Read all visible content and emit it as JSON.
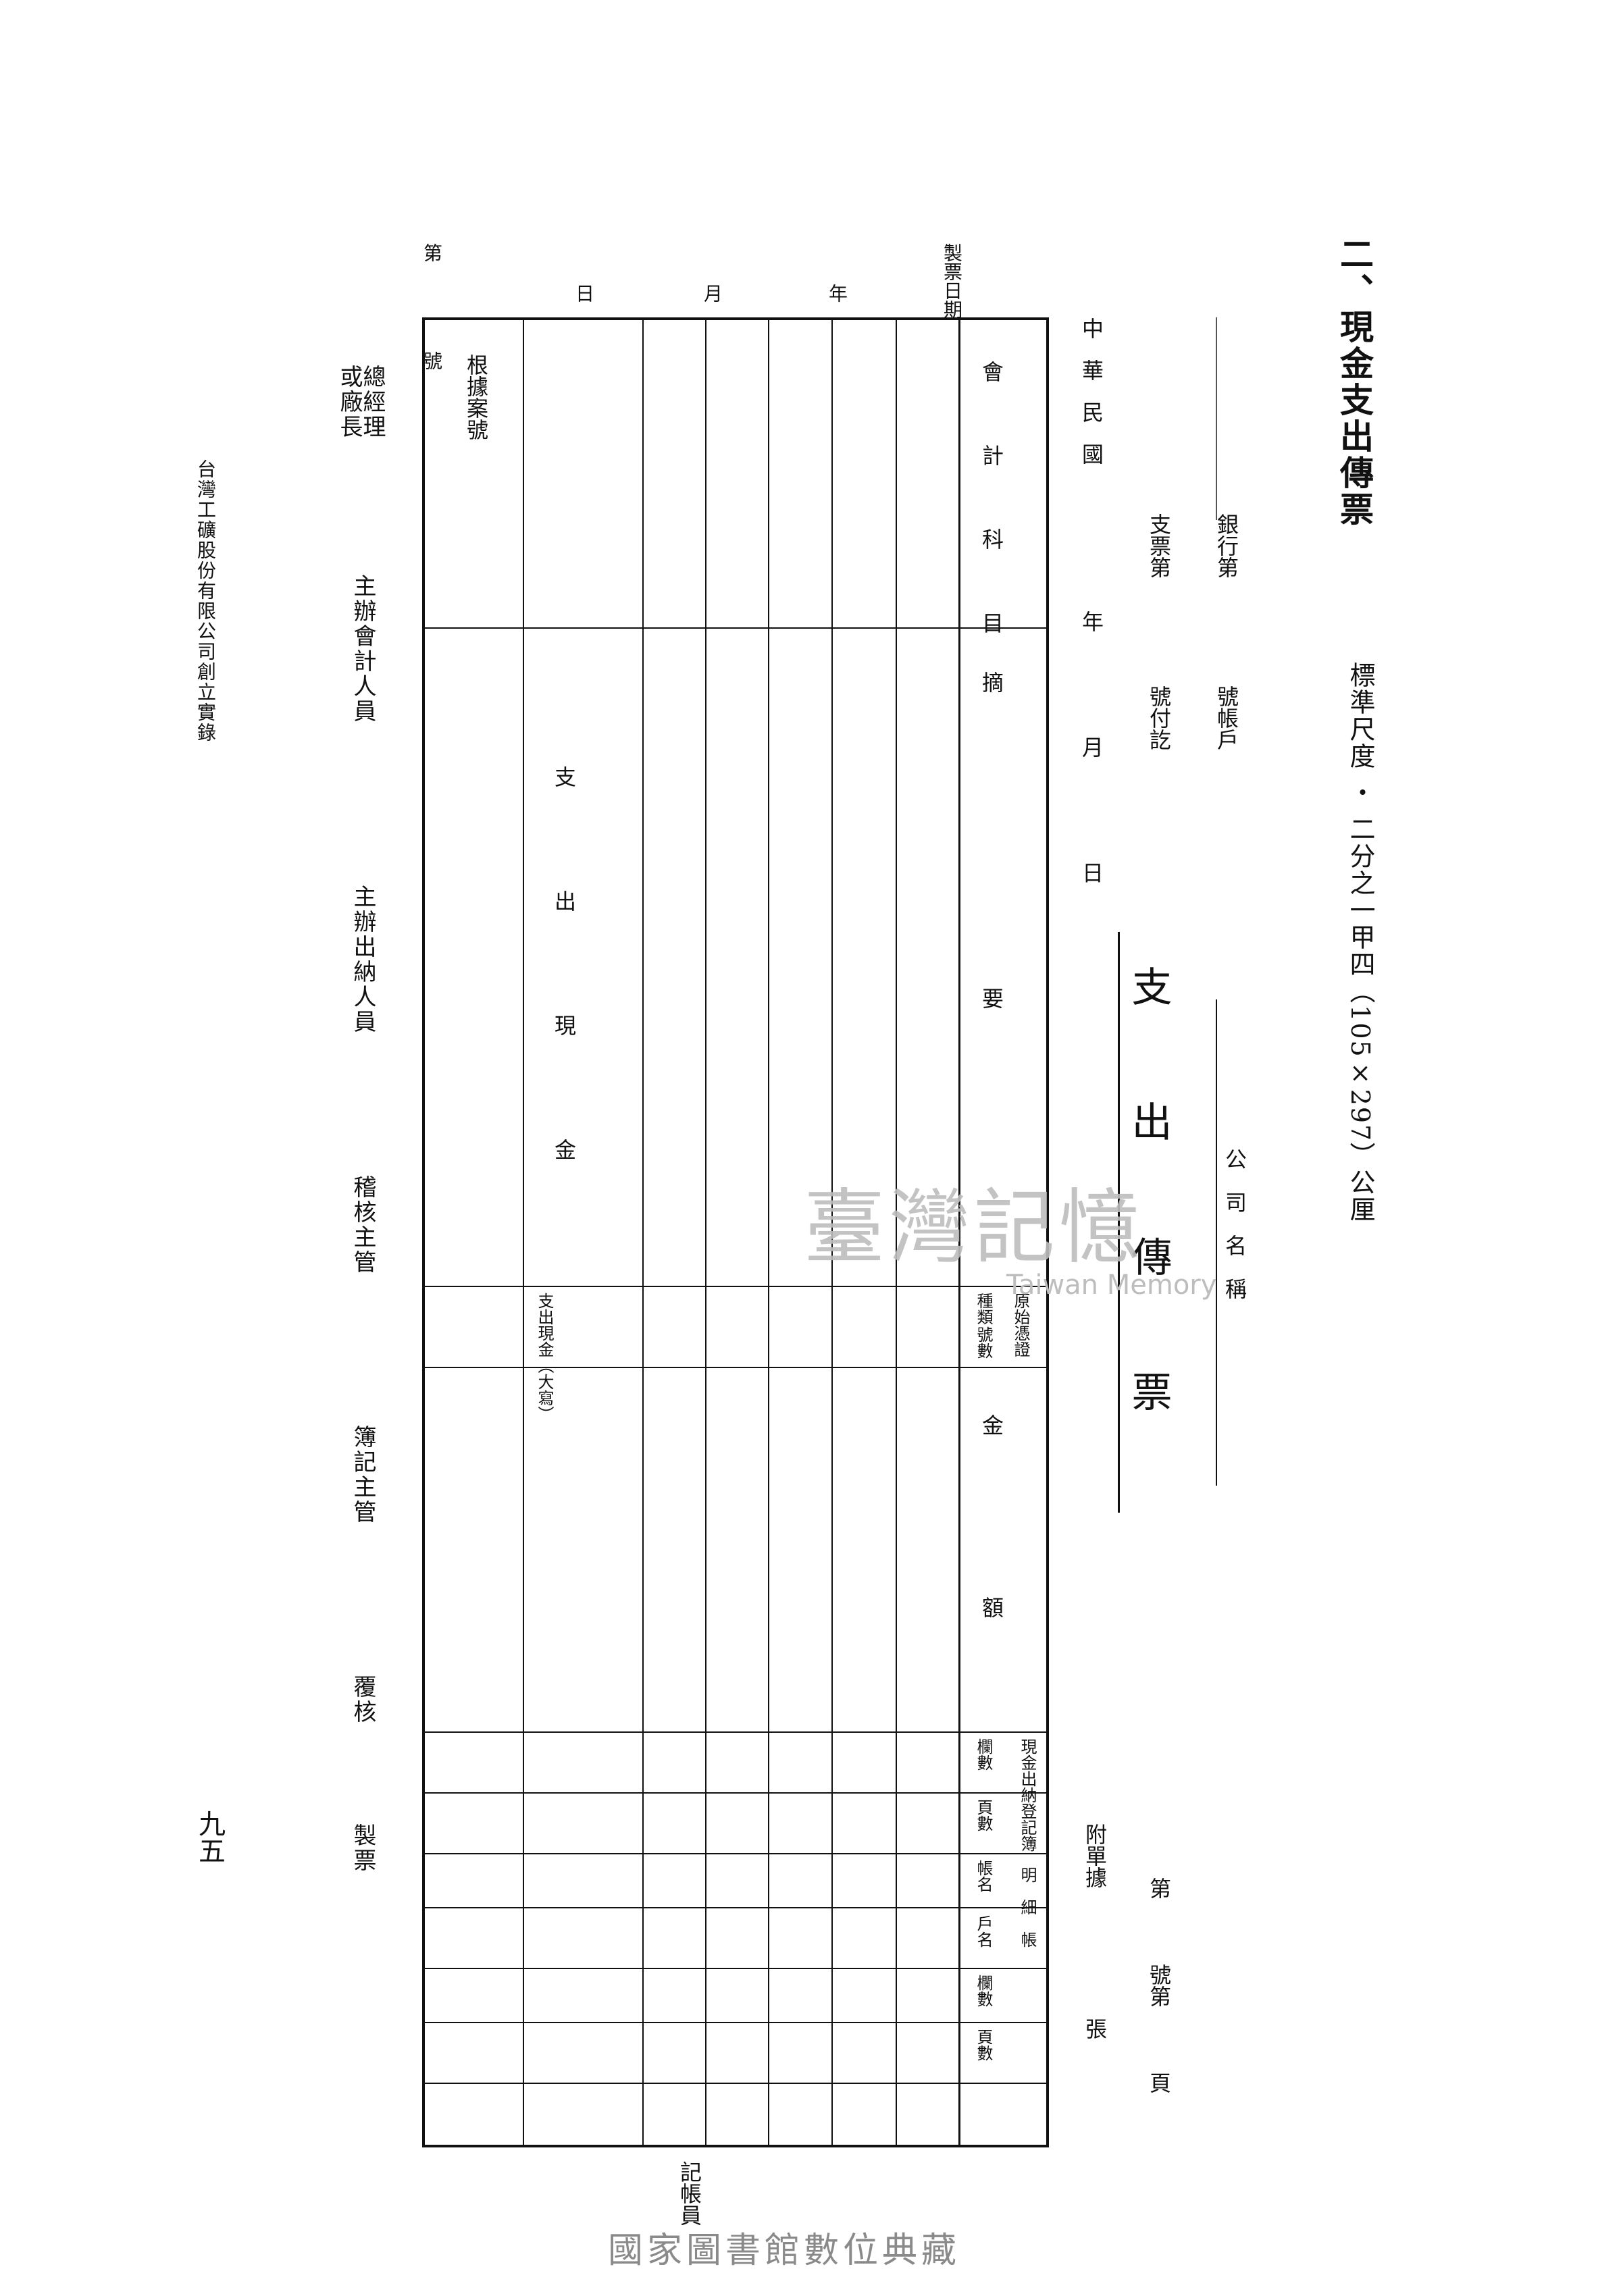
{
  "header": {
    "title": "二、現金支出傳票",
    "standard": "標準尺度 ・ 二分之一甲四（105×297）公厘"
  },
  "top_fields": {
    "company_name": "公　司　名　稱",
    "bank": "銀行第",
    "account_no": "號帳戶",
    "cheque": "支票第",
    "payment_no": "號付訖",
    "sheet_no": "第　　　號第　　　頁",
    "attach": "附單據　　　　　　張"
  },
  "form": {
    "heading": "支　出　傳　票",
    "date_line": "中華民國　　　年　　月　　日",
    "col_account": "會　計　科　目",
    "col_summary": "摘　　　　　　　　要",
    "col_original": "原始憑證",
    "col_kind": "種類",
    "col_count": "號數",
    "col_amount": "金　　　　額",
    "col_cash_ledger": "現金出納登記簿",
    "col_page": "頁數",
    "col_column": "欄數",
    "col_detail": "明　細　帳",
    "col_account_name": "帳名",
    "col_household": "戶名",
    "col_detail_column": "欄數",
    "col_detail_page": "頁數",
    "cash_out": "支　出　現　金",
    "cash_out_sub": "支出現金（大寫）",
    "ref_no": "根據案號",
    "bookkeeper": "記帳員"
  },
  "side": {
    "invoice_date": "製票日期",
    "year": "年",
    "month": "月",
    "day": "日",
    "number": "第　　　號"
  },
  "signatures": [
    "總經理\n或廠長",
    "主辦會計人員",
    "主辦出納人員",
    "稽核主管",
    "簿記主管",
    "覆核",
    "製票"
  ],
  "footer": {
    "publisher": "台灣工礦股份有限公司創立實錄",
    "page": "九五",
    "library": "國家圖書館數位典藏"
  },
  "watermark": {
    "main": "臺灣記憶",
    "sub": "Taiwan Memory"
  }
}
